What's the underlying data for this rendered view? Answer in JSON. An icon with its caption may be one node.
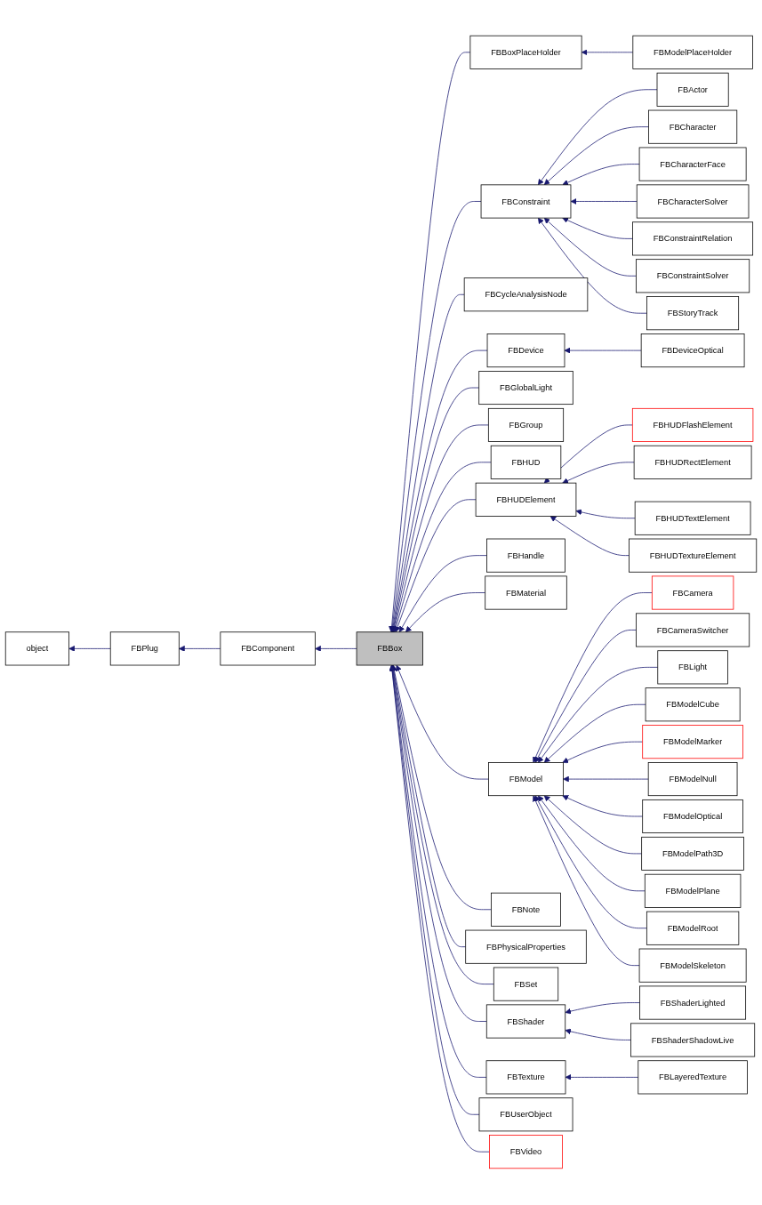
{
  "diagram": {
    "nodes": [
      {
        "text": [
          "object"
        ]
      },
      {
        "text": [
          "FBPlug"
        ]
      },
      {
        "text": [
          "FBComponent"
        ]
      },
      {
        "text": [
          "FBBox"
        ]
      },
      {
        "text": [
          "FBBoxPlaceHolder"
        ]
      },
      {
        "text": [
          "FBConstraint"
        ]
      },
      {
        "text": [
          "FBCycleAnalysisNode"
        ]
      },
      {
        "text": [
          "FBDevice"
        ]
      },
      {
        "text": [
          "FBGlobalLight"
        ]
      },
      {
        "text": [
          "FBGroup"
        ]
      },
      {
        "text": [
          "FBHUD"
        ]
      },
      {
        "text": [
          "FBHUDElement"
        ]
      },
      {
        "text": [
          "FBHandle"
        ]
      },
      {
        "text": [
          "FBMaterial"
        ]
      },
      {
        "text": [
          "FBModel"
        ]
      },
      {
        "text": [
          "FBNote"
        ]
      },
      {
        "text": [
          "FBPhysicalProperties"
        ]
      },
      {
        "text": [
          "FBSet"
        ]
      },
      {
        "text": [
          "FBShader"
        ]
      },
      {
        "text": [
          "FBTexture"
        ]
      },
      {
        "text": [
          "FBUserObject"
        ]
      },
      {
        "text": [
          "FBVideo"
        ]
      },
      {
        "text": [
          "FBModelPlaceHolder"
        ]
      },
      {
        "text": [
          "FBActor"
        ]
      },
      {
        "text": [
          "FBCharacter"
        ]
      },
      {
        "text": [
          "FBCharacterFace"
        ]
      },
      {
        "text": [
          "FBCharacterSolver"
        ]
      },
      {
        "text": [
          "FBConstraintRelation"
        ]
      },
      {
        "text": [
          "FBConstraintSolver"
        ]
      },
      {
        "text": [
          "FBStoryTrack"
        ]
      },
      {
        "text": [
          "FBDeviceOptical"
        ]
      },
      {
        "text": [
          "FBHUDFlashElement"
        ]
      },
      {
        "text": [
          "FBHUDRectElement"
        ]
      },
      {
        "text": [
          "FBHUDTextElement"
        ]
      },
      {
        "text": [
          "FBHUDTextureElement"
        ]
      },
      {
        "text": [
          "FBCamera"
        ]
      },
      {
        "text": [
          "FBCameraSwitcher"
        ]
      },
      {
        "text": [
          "FBLight"
        ]
      },
      {
        "text": [
          "FBModelCube"
        ]
      },
      {
        "text": [
          "FBModelMarker"
        ]
      },
      {
        "text": [
          "FBModelNull"
        ]
      },
      {
        "text": [
          "FBModelOptical"
        ]
      },
      {
        "text": [
          "FBModelPath3D"
        ]
      },
      {
        "text": [
          "FBModelPlane"
        ]
      },
      {
        "text": [
          "FBModelRoot"
        ]
      },
      {
        "text": [
          "FBModelSkeleton"
        ]
      },
      {
        "text": [
          "FBShaderLighted"
        ]
      },
      {
        "text": [
          "FBShaderShadowLive"
        ]
      },
      {
        "text": [
          "FBLayeredTexture"
        ]
      }
    ],
    "edges": [
      {
        "from": 1,
        "to": 0,
        "arrow": "to"
      },
      {
        "from": 2,
        "to": 1,
        "arrow": "to"
      },
      {
        "from": 3,
        "to": 2,
        "arrow": "to"
      },
      {
        "from": 4,
        "to": 3,
        "arrow": "to"
      },
      {
        "from": 5,
        "to": 3,
        "arrow": "to"
      },
      {
        "from": 6,
        "to": 3,
        "arrow": "to"
      },
      {
        "from": 7,
        "to": 3,
        "arrow": "to"
      },
      {
        "from": 8,
        "to": 3,
        "arrow": "to"
      },
      {
        "from": 9,
        "to": 3,
        "arrow": "to"
      },
      {
        "from": 10,
        "to": 3,
        "arrow": "to"
      },
      {
        "from": 11,
        "to": 3,
        "arrow": "to"
      },
      {
        "from": 12,
        "to": 3,
        "arrow": "to"
      },
      {
        "from": 13,
        "to": 3,
        "arrow": "to"
      },
      {
        "from": 14,
        "to": 3,
        "arrow": "to"
      },
      {
        "from": 15,
        "to": 3,
        "arrow": "to"
      },
      {
        "from": 16,
        "to": 3,
        "arrow": "to"
      },
      {
        "from": 17,
        "to": 3,
        "arrow": "to"
      },
      {
        "from": 18,
        "to": 3,
        "arrow": "to"
      },
      {
        "from": 19,
        "to": 3,
        "arrow": "to"
      },
      {
        "from": 20,
        "to": 3,
        "arrow": "to"
      },
      {
        "from": 21,
        "to": 3,
        "arrow": "to"
      },
      {
        "from": 22,
        "to": 4,
        "arrow": "to"
      },
      {
        "from": 23,
        "to": 5,
        "arrow": "to"
      },
      {
        "from": 24,
        "to": 5,
        "arrow": "to"
      },
      {
        "from": 25,
        "to": 5,
        "arrow": "to"
      },
      {
        "from": 26,
        "to": 5,
        "arrow": "to"
      },
      {
        "from": 27,
        "to": 5,
        "arrow": "to"
      },
      {
        "from": 28,
        "to": 5,
        "arrow": "to"
      },
      {
        "from": 29,
        "to": 5,
        "arrow": "to"
      },
      {
        "from": 30,
        "to": 7,
        "arrow": "to"
      },
      {
        "from": 31,
        "to": 11,
        "arrow": "to"
      },
      {
        "from": 32,
        "to": 11,
        "arrow": "to"
      },
      {
        "from": 33,
        "to": 11,
        "arrow": "to"
      },
      {
        "from": 34,
        "to": 11,
        "arrow": "to"
      },
      {
        "from": 35,
        "to": 14,
        "arrow": "to"
      },
      {
        "from": 36,
        "to": 14,
        "arrow": "to"
      },
      {
        "from": 37,
        "to": 14,
        "arrow": "to"
      },
      {
        "from": 38,
        "to": 14,
        "arrow": "to"
      },
      {
        "from": 39,
        "to": 14,
        "arrow": "to"
      },
      {
        "from": 40,
        "to": 14,
        "arrow": "to"
      },
      {
        "from": 41,
        "to": 14,
        "arrow": "to"
      },
      {
        "from": 42,
        "to": 14,
        "arrow": "to"
      },
      {
        "from": 43,
        "to": 14,
        "arrow": "to"
      },
      {
        "from": 44,
        "to": 14,
        "arrow": "to"
      },
      {
        "from": 45,
        "to": 14,
        "arrow": "to"
      },
      {
        "from": 46,
        "to": 18,
        "arrow": "to"
      },
      {
        "from": 47,
        "to": 18,
        "arrow": "to"
      },
      {
        "from": 48,
        "to": 19,
        "arrow": "to"
      }
    ]
  }
}
